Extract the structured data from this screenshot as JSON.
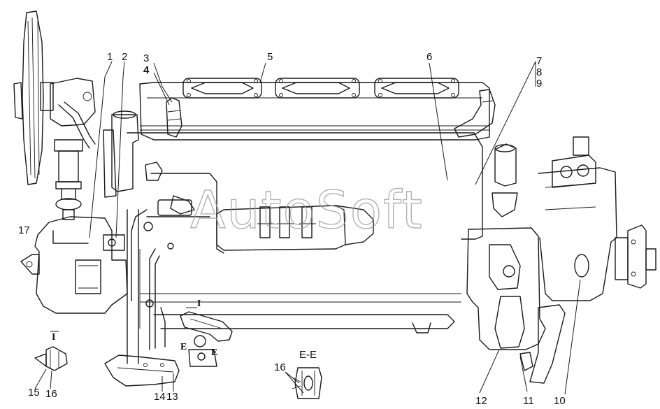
{
  "watermark": "AutoSoft",
  "callouts": {
    "c1": "1",
    "c2": "2",
    "c3": "3",
    "c4": "4",
    "c5": "5",
    "c6": "6",
    "c7": "7",
    "c8": "8",
    "c9": "9",
    "c10": "10",
    "c11": "11",
    "c12": "12",
    "c13": "13",
    "c14": "14",
    "c15": "15",
    "c16a": "16",
    "c16b": "16",
    "c17": "17"
  },
  "section_marks": {
    "view_i_main": "I",
    "view_i_detail": "I",
    "section_e_left": "E",
    "section_e_right": "E",
    "section_ee_title": "E-E"
  }
}
